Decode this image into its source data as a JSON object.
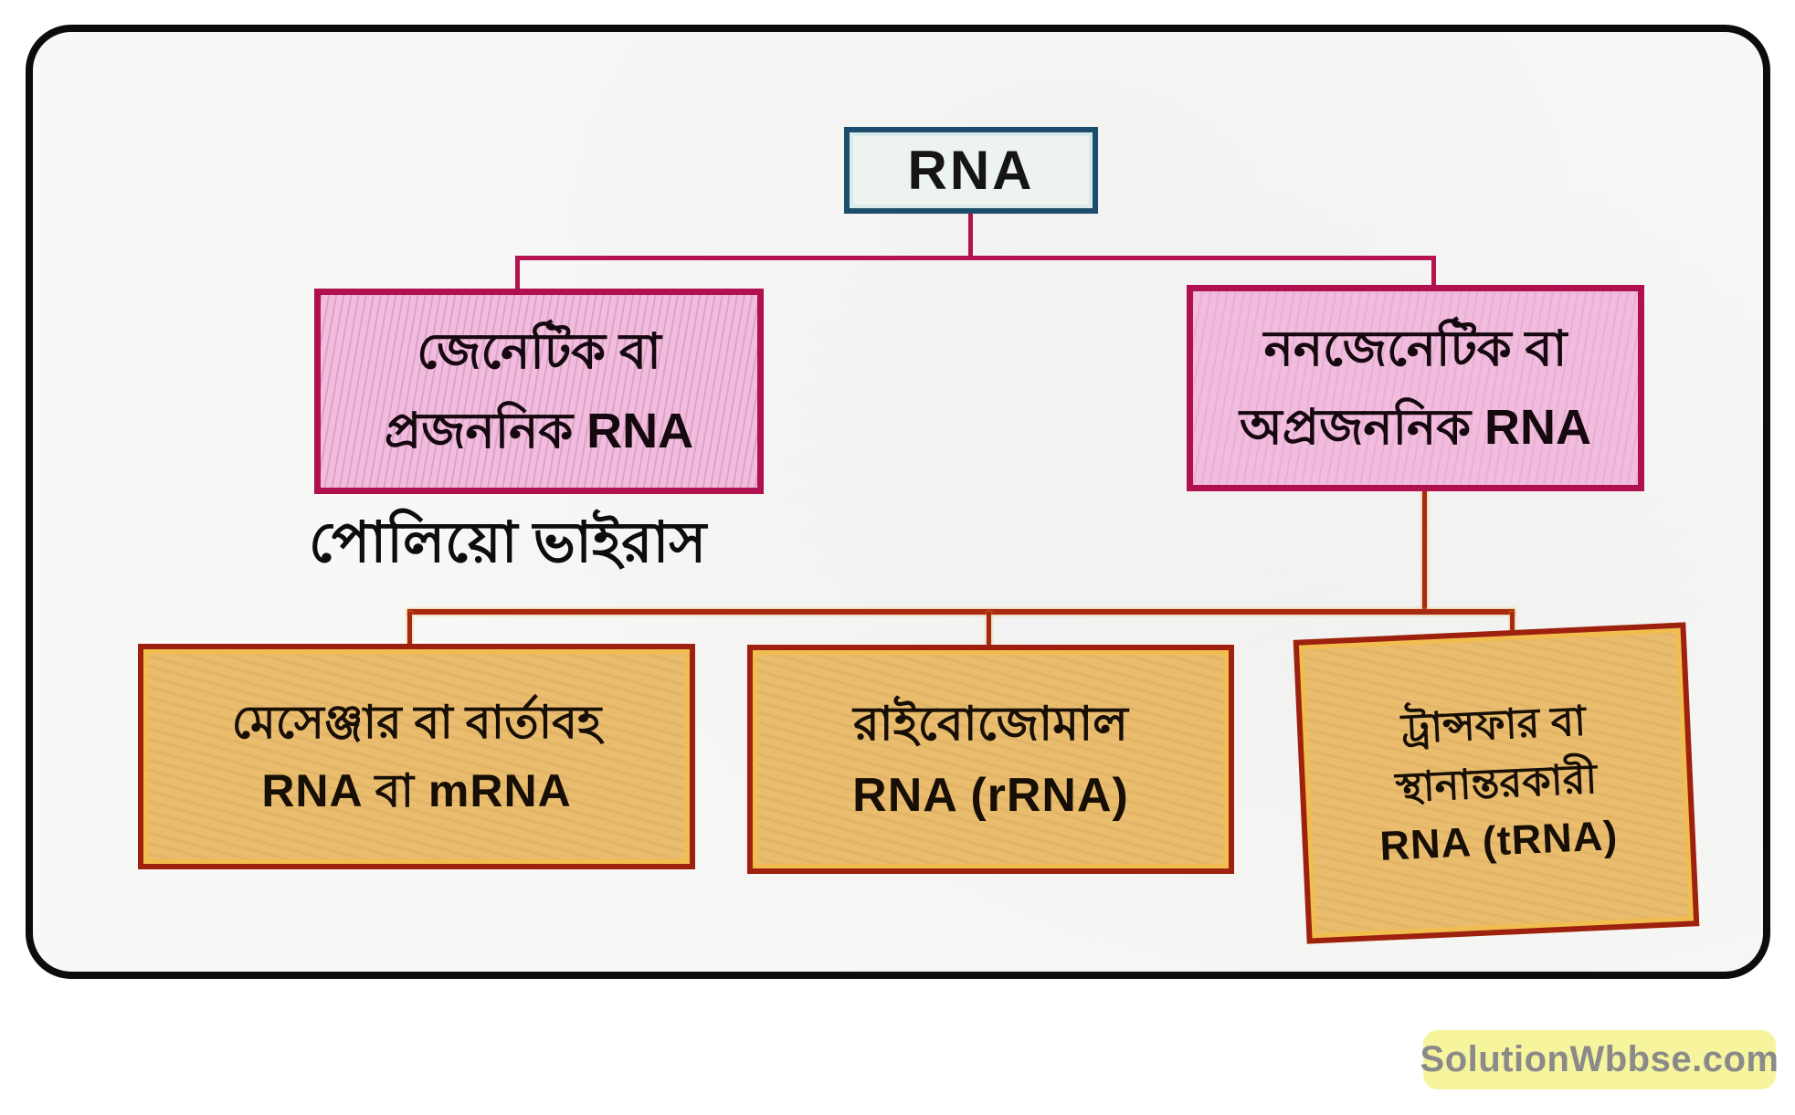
{
  "diagram": {
    "root": {
      "label": "RNA"
    },
    "branches": [
      {
        "name": "genetic-rna",
        "lines": [
          "জেনেটিক বা",
          "প্রজননিক RNA"
        ]
      },
      {
        "name": "nongenetic-rna",
        "lines": [
          "ননজেনেটিক বা",
          "অপ্রজননিক RNA"
        ]
      }
    ],
    "annotation": "পোলিয়ো ভাইরাস",
    "leaves": [
      {
        "name": "mrna",
        "lines": [
          "মেসেঞ্জার বা বার্তাবহ",
          "RNA বা mRNA"
        ]
      },
      {
        "name": "rrna",
        "lines": [
          "রাইবোজোমাল",
          "RNA (rRNA)"
        ]
      },
      {
        "name": "trna",
        "lines": [
          "ট্রান্সফার বা",
          "স্থানান্তরকারী",
          "RNA (tRNA)"
        ]
      }
    ],
    "watermark": "SolutionWbbse.com",
    "colors": {
      "frame_border": "#0c0c0c",
      "root_border": "#1d4d6d",
      "root_fill": "#edf3ee",
      "pink_border": "#b0104e",
      "pink_fill": "#f1bcdd",
      "orange_border": "#9e2110",
      "orange_inner_line": "#f0bd4e",
      "orange_fill": "#e9bc6e",
      "connector_upper": "#b31350",
      "connector_lower": "#a62a10",
      "watermark_bg": "#f6f49c",
      "watermark_text": "#8a8a8a"
    }
  }
}
